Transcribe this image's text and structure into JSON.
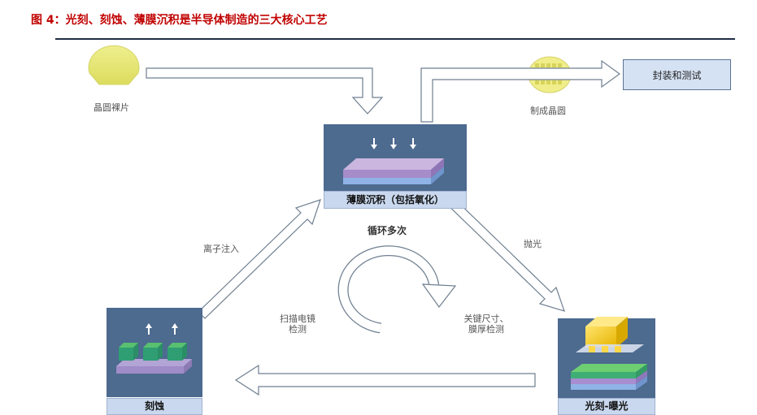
{
  "figure_title": "图  4：光刻、刻蚀、薄膜沉积是半导体制造的三大核心工艺",
  "labels": {
    "wafer_bare": "晶圆裸片",
    "wafer_done": "制成晶圆",
    "packaging": "封装和测试",
    "deposition": "薄膜沉积（包括氧化）",
    "cycle": "循环多次",
    "ion_implant": "离子注入",
    "polish": "抛光",
    "sem_line1": "扫描电镜",
    "sem_line2": "检测",
    "cd_line1": "关键尺寸、",
    "cd_line2": "膜厚检测",
    "etch": "刻蚀",
    "litho": "光刻-曝光"
  },
  "colors": {
    "title": "#c00000",
    "process_box": "#4d6a8f",
    "caption_bg": "#c9d8ee",
    "wafer_yellow": "#e6e67a"
  }
}
